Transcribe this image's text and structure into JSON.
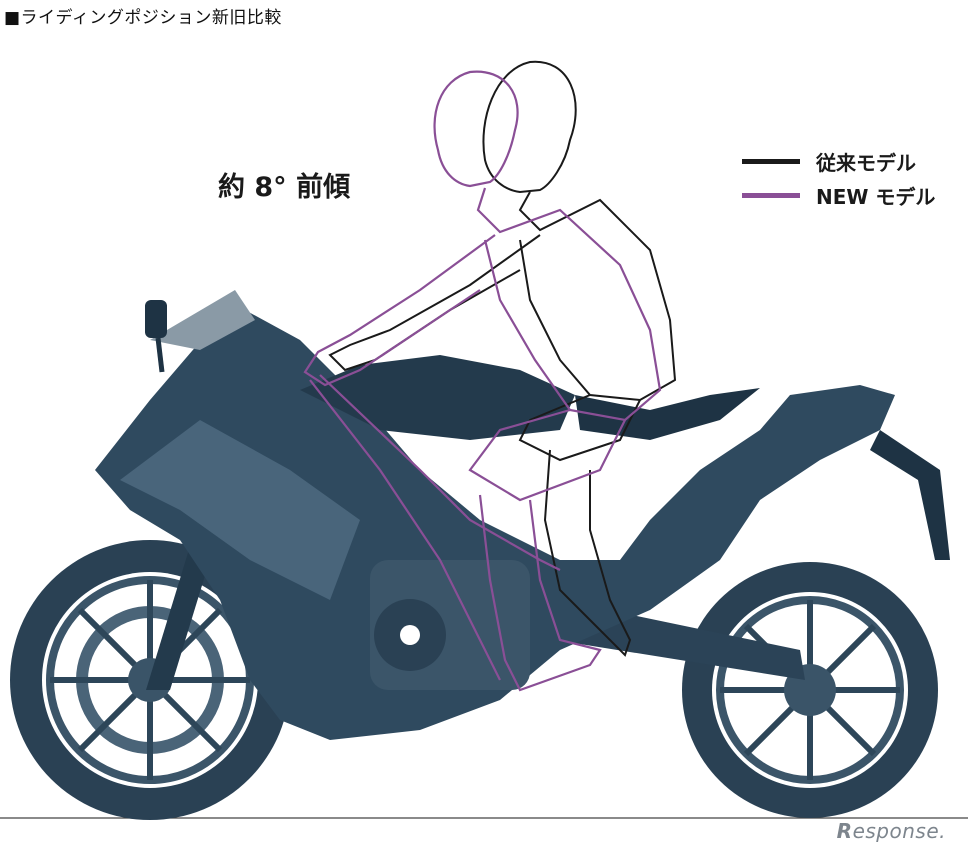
{
  "title": "■ライディングポジション新旧比較",
  "annotation": "約 8° 前傾",
  "legend": [
    {
      "label": "従来モデル",
      "color": "#1a1a1a"
    },
    {
      "label": "NEW モデル",
      "color": "#8a4f96"
    }
  ],
  "watermark": {
    "mark": "R",
    "text": "esponse."
  },
  "colors": {
    "bike_body": "#2f4a5f",
    "bike_dark": "#1e3344",
    "bike_light": "#5f7c92",
    "wheel": "#2a4154"
  }
}
